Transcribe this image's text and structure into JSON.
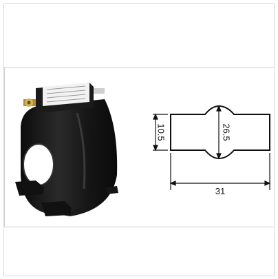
{
  "product_photo": {
    "label_lines": [
      "",
      "",
      "",
      ""
    ]
  },
  "drawing": {
    "dim_small_height": "10.5",
    "dim_large_height": "26.5",
    "dim_width": "31"
  },
  "colors": {
    "border": "#d0d0d0",
    "body": "#1a1a1a",
    "label": "#f2f2f2",
    "brass": "#b88a2e"
  }
}
